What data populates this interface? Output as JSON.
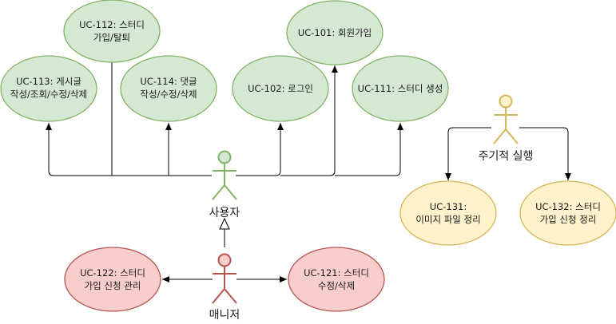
{
  "colors": {
    "green_fill": "#d5e8d4",
    "green_stroke": "#82b366",
    "red_fill": "#f8cecc",
    "red_stroke": "#b85450",
    "yellow_fill": "#fff2cc",
    "yellow_stroke": "#d6b656",
    "line": "#000000"
  },
  "actors": {
    "user": {
      "label": "사용자",
      "color": "green"
    },
    "manager": {
      "label": "매니저",
      "color": "red"
    },
    "scheduler": {
      "label": "주기적 실행",
      "color": "yellow"
    }
  },
  "use_cases": {
    "uc112": {
      "lines": [
        "UC-112: 스터디",
        "가입/탈퇴"
      ],
      "color": "green"
    },
    "uc101": {
      "lines": [
        "UC-101: 회원가입"
      ],
      "color": "green"
    },
    "uc113": {
      "lines": [
        "UC-113: 게시글",
        "작성/조회/수정/삭제"
      ],
      "color": "green"
    },
    "uc114": {
      "lines": [
        "UC-114: 댓글",
        "작성/수정/삭제"
      ],
      "color": "green"
    },
    "uc102": {
      "lines": [
        "UC-102: 로그인"
      ],
      "color": "green"
    },
    "uc111": {
      "lines": [
        "UC-111: 스터디 생성"
      ],
      "color": "green"
    },
    "uc131": {
      "lines": [
        "UC-131:",
        "이미지 파일 정리"
      ],
      "color": "yellow"
    },
    "uc132": {
      "lines": [
        "UC-132: 스터디",
        "가입 신청 정리"
      ],
      "color": "yellow"
    },
    "uc122": {
      "lines": [
        "UC-122: 스터디",
        "가입 신청 관리"
      ],
      "color": "red"
    },
    "uc121": {
      "lines": [
        "UC-121: 스터디",
        "수정/삭제"
      ],
      "color": "red"
    }
  }
}
